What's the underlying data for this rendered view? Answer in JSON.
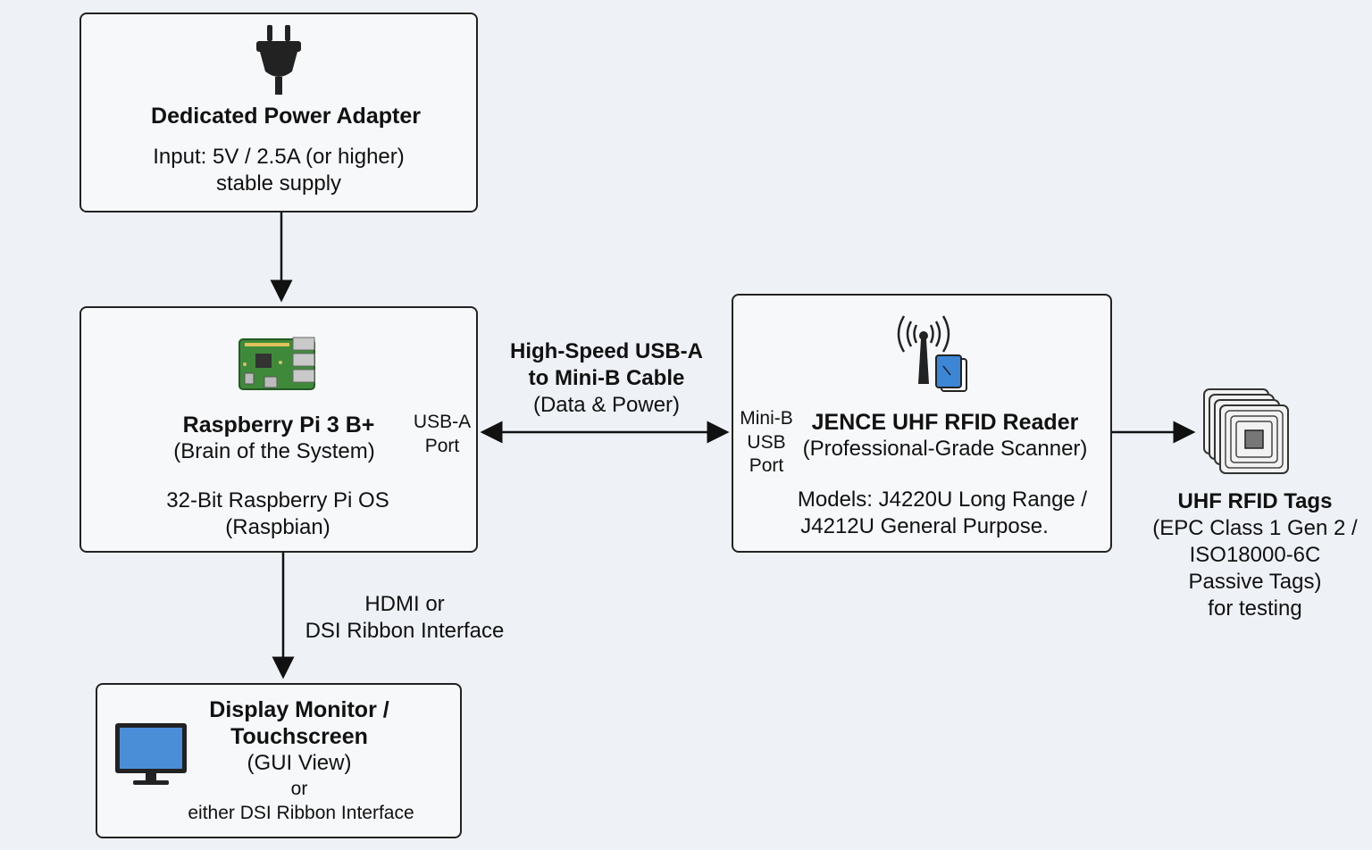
{
  "power": {
    "title": "Dedicated Power Adapter",
    "line1": "Input: 5V / 2.5A (or higher)",
    "line2": "stable supply"
  },
  "pi": {
    "title": "Raspberry Pi 3 B+",
    "subtitle": "(Brain of the System)",
    "os1": "32-Bit Raspberry Pi OS",
    "os2": "(Raspbian)",
    "port1": "USB-A",
    "port2": "Port"
  },
  "cable": {
    "line1": "High-Speed USB-A",
    "line2": "to Mini-B Cable",
    "line3": "(Data & Power)"
  },
  "reader": {
    "port1": "Mini-B",
    "port2": "USB",
    "port3": "Port",
    "title": "JENCE UHF RFID Reader",
    "subtitle": "(Professional-Grade Scanner)",
    "models1": "Models: J4220U Long Range /",
    "models2": "J4212U General Purpose."
  },
  "tags": {
    "title": "UHF RFID Tags",
    "line1": "(EPC Class 1 Gen 2 /",
    "line2": "ISO18000-6C",
    "line3": "Passive Tags)",
    "line4": "for testing"
  },
  "display_link": {
    "line1": "HDMI or",
    "line2": "DSI Ribbon Interface"
  },
  "display": {
    "title1": "Display Monitor /",
    "title2": "Touchscreen",
    "line1": "(GUI View)",
    "line2": "or",
    "line3": "either DSI Ribbon Interface"
  },
  "icons": [
    "power-plug-icon",
    "raspberry-pi-board-icon",
    "rfid-antenna-icon",
    "rfid-tags-icon",
    "monitor-icon"
  ]
}
